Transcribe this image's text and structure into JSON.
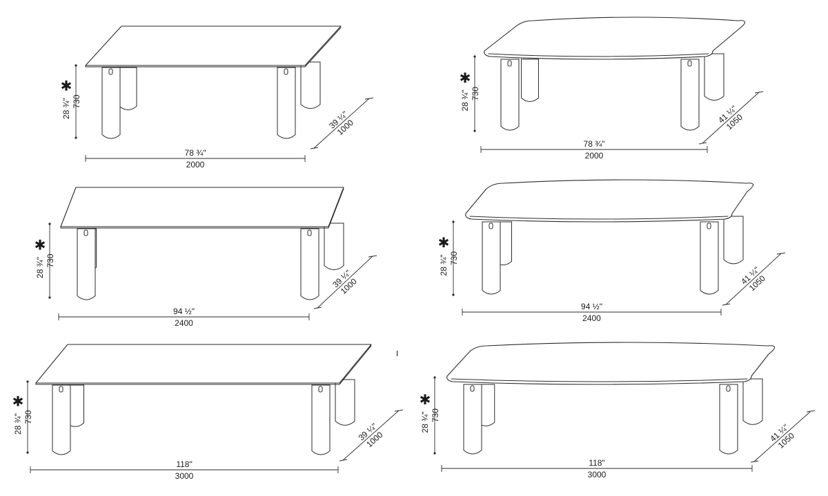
{
  "tables": [
    {
      "shape": "rectangular",
      "height_in": "28 ¾\"",
      "height_mm": "730",
      "width_in": "78 ¾\"",
      "width_mm": "2000",
      "depth_in": "39 ¼\"",
      "depth_mm": "1000",
      "mark": "✱"
    },
    {
      "shape": "barrel",
      "height_in": "28 ¾\"",
      "height_mm": "730",
      "width_in": "78 ¾\"",
      "width_mm": "2000",
      "depth_in": "41 ¼\"",
      "depth_mm": "1050",
      "mark": "✱"
    },
    {
      "shape": "rectangular",
      "height_in": "28 ¾\"",
      "height_mm": "730",
      "width_in": "94 ½\"",
      "width_mm": "2400",
      "depth_in": "39 ¼\"",
      "depth_mm": "1000",
      "mark": "✱"
    },
    {
      "shape": "barrel",
      "height_in": "28 ¾\"",
      "height_mm": "730",
      "width_in": "94 ½\"",
      "width_mm": "2400",
      "depth_in": "41 ¼\"",
      "depth_mm": "1050",
      "mark": "✱"
    },
    {
      "shape": "rectangular",
      "height_in": "28 ¾\"",
      "height_mm": "730",
      "width_in": "118\"",
      "width_mm": "3000",
      "depth_in": "39 ¼\"",
      "depth_mm": "1000",
      "mark": "✱"
    },
    {
      "shape": "barrel",
      "height_in": "28 ¾\"",
      "height_mm": "730",
      "width_in": "118\"",
      "width_mm": "3000",
      "depth_in": "41 ¼\"",
      "depth_mm": "1050",
      "mark": "✱"
    }
  ]
}
